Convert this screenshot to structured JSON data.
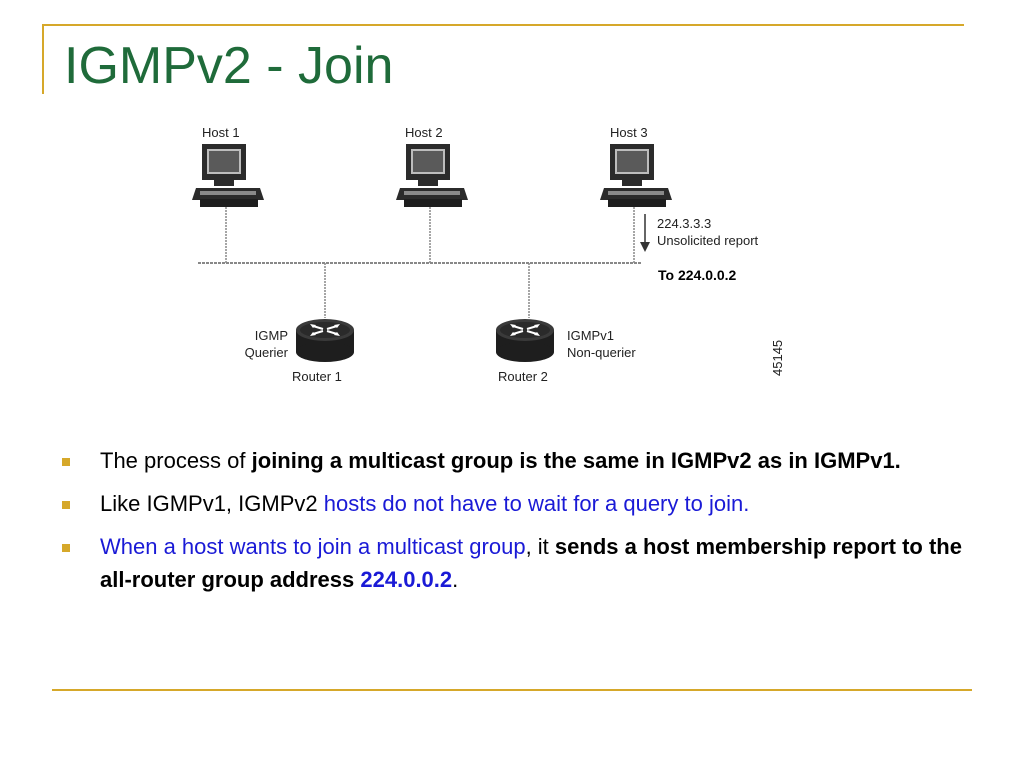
{
  "title": "IGMPv2 - Join",
  "diagram": {
    "hosts": [
      "Host 1",
      "Host 2",
      "Host 3"
    ],
    "report_address": "224.3.3.3",
    "report_label": "Unsolicited report",
    "destination_note": "To 224.0.0.2",
    "router1": {
      "role_line1": "IGMP",
      "role_line2": "Querier",
      "name": "Router 1"
    },
    "router2": {
      "role_line1": "IGMPv1",
      "role_line2": "Non-querier",
      "name": "Router 2"
    },
    "figure_id": "45145"
  },
  "bullets": [
    {
      "text1": "The process of ",
      "bold1": "joining a multicast group is the same in IGMPv2 as in IGMPv1."
    },
    {
      "text1": "Like IGMPv1, IGMPv2 ",
      "blue1": "hosts do not have to wait for a query to join."
    },
    {
      "blue1": "When a host wants to join a multicast group",
      "text1": ", it ",
      "bold1": "sends a host membership report to the all-router group address ",
      "bold_blue": "224.0.0.2",
      "end": "."
    }
  ],
  "colors": {
    "title": "#1f6b3a",
    "accent_line": "#d6a82a",
    "link_blue": "#1a1ad6"
  }
}
